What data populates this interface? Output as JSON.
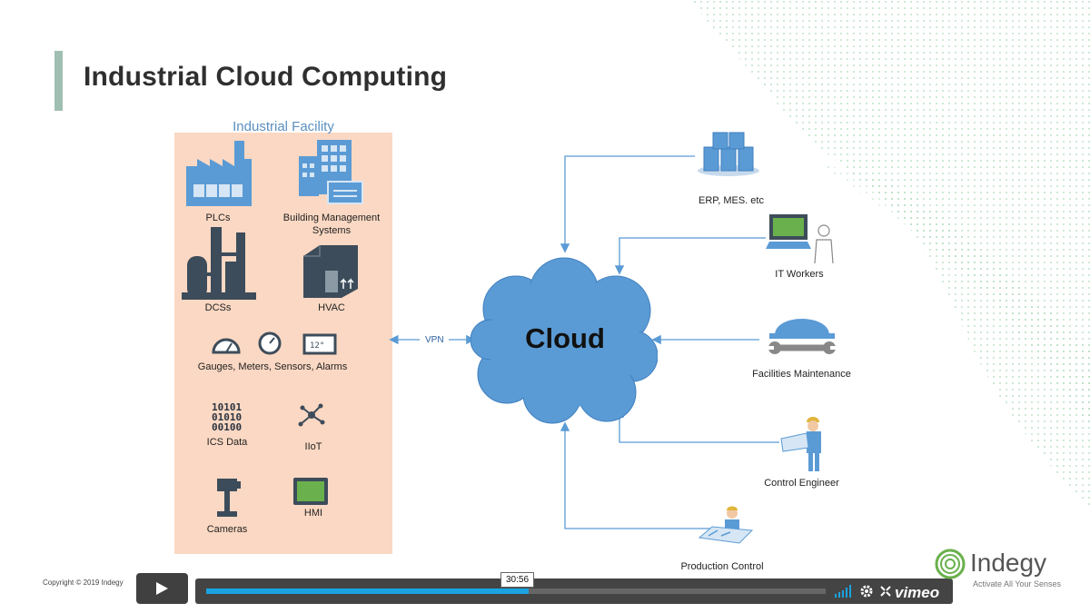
{
  "slide": {
    "title": "Industrial Cloud Computing"
  },
  "facility": {
    "title": "Industrial Facility",
    "items": [
      {
        "label": "PLCs",
        "icon": "factory-icon"
      },
      {
        "label": "Building Management\nSystems",
        "icon": "building-icon"
      },
      {
        "label": "DCSs",
        "icon": "refinery-icon"
      },
      {
        "label": "HVAC",
        "icon": "hvac-icon"
      },
      {
        "label": "Gauges, Meters, Sensors, Alarms",
        "icon": "gauges-icon"
      },
      {
        "label": "ICS Data",
        "icon": "binary-data-icon",
        "binary": [
          "10101",
          "01010",
          "00100"
        ]
      },
      {
        "label": "IIoT",
        "icon": "iiot-network-icon"
      },
      {
        "label": "Cameras",
        "icon": "camera-icon"
      },
      {
        "label": "HMI",
        "icon": "hmi-screen-icon"
      }
    ]
  },
  "connection": {
    "vpn_label": "VPN"
  },
  "cloud": {
    "label": "Cloud"
  },
  "endpoints": [
    {
      "label": "ERP, MES. etc",
      "icon": "servers-icon"
    },
    {
      "label": "IT Workers",
      "icon": "it-worker-icon"
    },
    {
      "label": "Facilities Maintenance",
      "icon": "hardhat-wrench-icon"
    },
    {
      "label": "Control Engineer",
      "icon": "engineer-icon"
    },
    {
      "label": "Production Control",
      "icon": "production-control-icon"
    }
  ],
  "footer": {
    "copyright": "Copyright © 2019 Indegy",
    "brand": "Indegy",
    "tagline": "Activate All Your Senses"
  },
  "player": {
    "timestamp": "30:56",
    "progress": 0.52,
    "logo": "vimeo",
    "icons": [
      "play-icon",
      "volume-icon",
      "settings-icon",
      "fullscreen-icon"
    ]
  },
  "colors": {
    "accent_bar": "#9fbfb2",
    "facility_bg": "#fbd8c3",
    "cloud": "#5b9bd5",
    "icon": "#5b9bd5",
    "dark_icon": "#3d4c5a",
    "progress": "#1aa3e0"
  }
}
